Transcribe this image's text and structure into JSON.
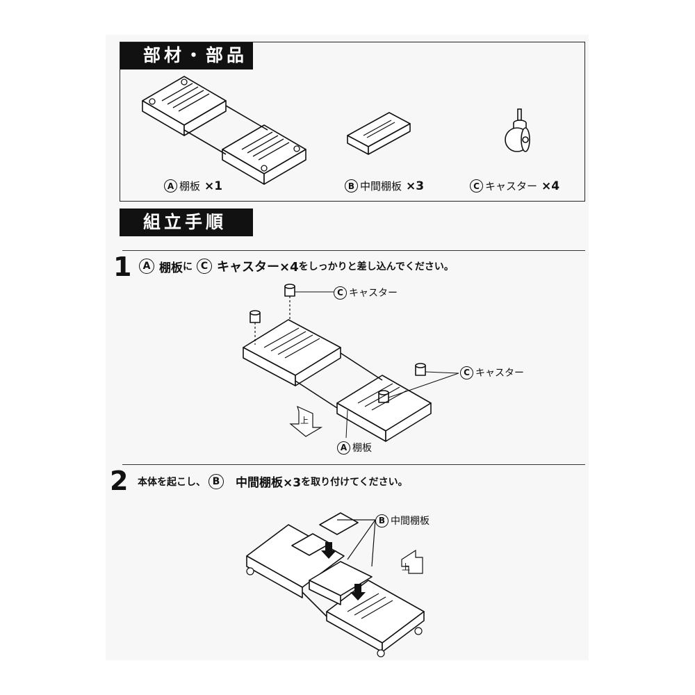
{
  "sections": {
    "parts_title": "部材・部品",
    "assembly_title": "組立手順"
  },
  "parts": [
    {
      "letter": "A",
      "name": "棚板",
      "qty": "×1"
    },
    {
      "letter": "B",
      "name": "中間棚板",
      "qty": "×3"
    },
    {
      "letter": "C",
      "name": "キャスター",
      "qty": "×4"
    }
  ],
  "step1": {
    "number": "1",
    "letter_a": "A",
    "part_a": "棚板",
    "particle": "に",
    "letter_c": "C",
    "bold_text": "キャスター×4",
    "rest": "をしっかりと差し込んでください。",
    "callout_caster_top": {
      "letter": "C",
      "text": "キャスター"
    },
    "callout_caster_right": {
      "letter": "C",
      "text": "キャスター"
    },
    "callout_shelf": {
      "letter": "A",
      "text": "棚板"
    },
    "arrow_label": "上"
  },
  "step2": {
    "number": "2",
    "lead": "本体を起こし、",
    "letter_b": "B",
    "bold_text": "中間棚板×3",
    "rest": "を取り付けてください。",
    "callout_mid": {
      "letter": "B",
      "text": "中間棚板"
    },
    "arrow_label": "上"
  }
}
